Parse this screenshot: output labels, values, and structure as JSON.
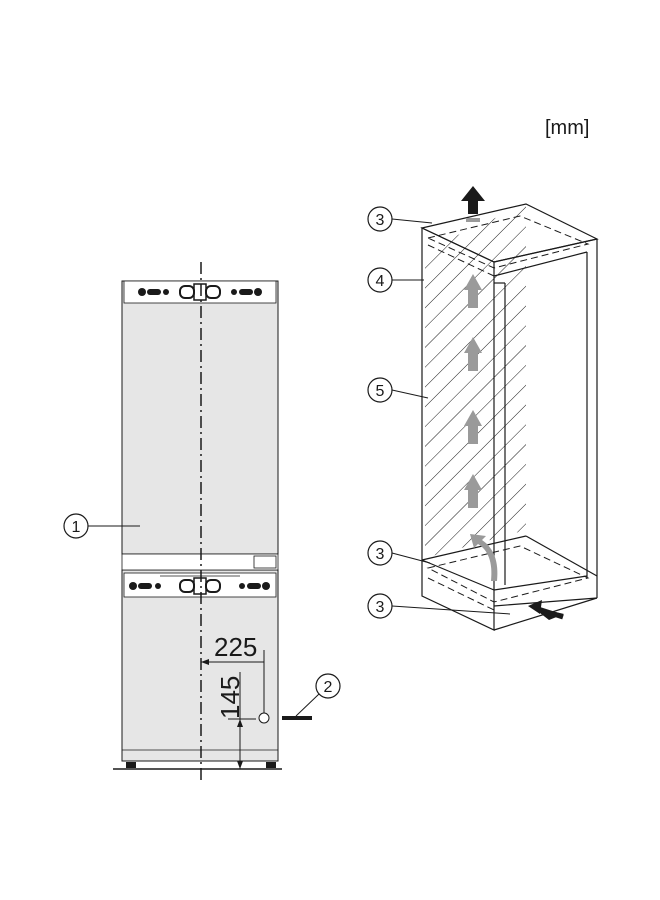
{
  "unit_label": "[mm]",
  "dimensions": {
    "horizontal": "225",
    "vertical": "145"
  },
  "callouts": {
    "left_appliance": "1",
    "water_connection": "2",
    "top_vent_upper": "3",
    "niche_side": "4",
    "air_channel": "5",
    "bottom_vent_inner": "3",
    "bottom_vent_front": "3"
  },
  "colors": {
    "appliance_fill": "#e6e6e6",
    "outline": "#1a1a1a",
    "airflow_arrow": "#9a9a9a",
    "exhaust_arrow": "#1a1a1a"
  }
}
